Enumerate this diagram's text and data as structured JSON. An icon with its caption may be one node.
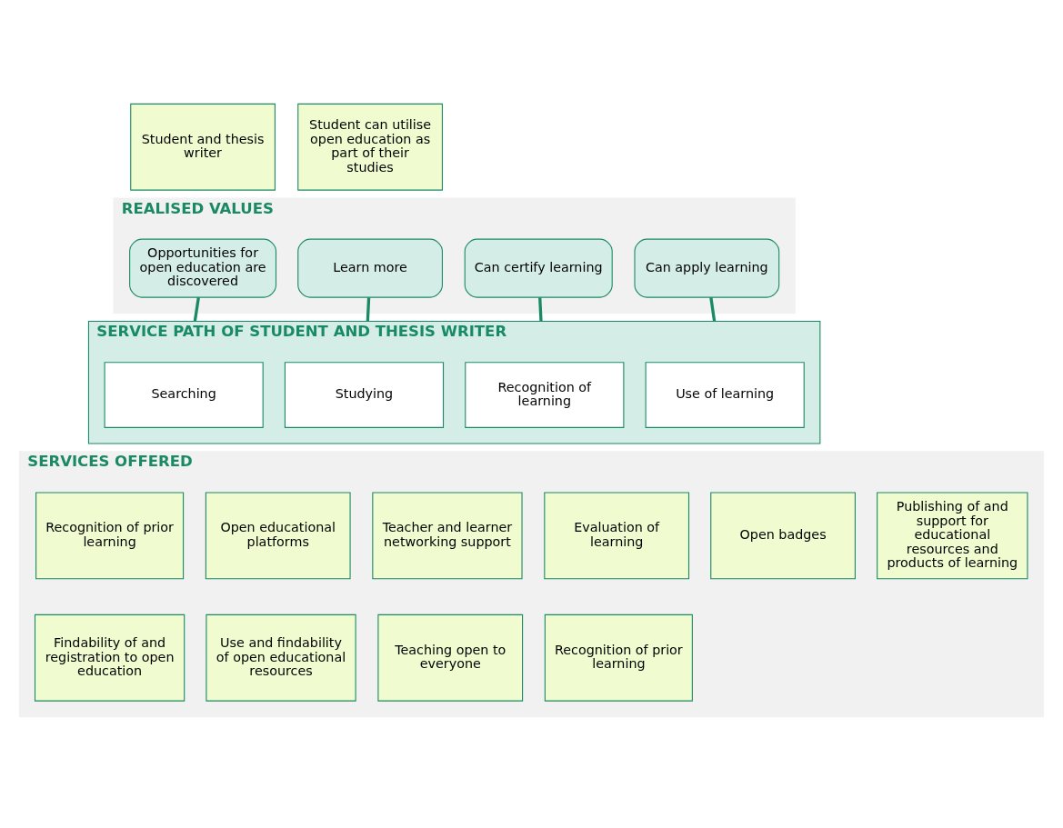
{
  "diagram": {
    "nodes": [
      {
        "text": [
          "Student and thesis writer"
        ]
      },
      {
        "text": [
          "Student can utilise open education as part of their studies"
        ]
      },
      {
        "text": [
          "REALISED VALUES"
        ]
      },
      {
        "text": [
          "Opportunities for open education are discovered"
        ],
        "in": 2
      },
      {
        "text": [
          "Learn more"
        ],
        "in": 2
      },
      {
        "text": [
          "Can certify learning"
        ],
        "in": 2
      },
      {
        "text": [
          "Can apply learning"
        ],
        "in": 2
      },
      {
        "text": [
          "SERVICE PATH OF STUDENT AND THESIS WRITER"
        ]
      },
      {
        "text": [
          "Searching"
        ],
        "in": 7
      },
      {
        "text": [
          "Studying"
        ],
        "in": 7
      },
      {
        "text": [
          "Recognition of learning"
        ],
        "in": 7
      },
      {
        "text": [
          "Use of learning"
        ],
        "in": 7
      },
      {
        "text": [
          "SERVICES OFFERED"
        ]
      },
      {
        "text": [
          "Recognition of prior learning"
        ],
        "in": 12
      },
      {
        "text": [
          "Open educational platforms"
        ],
        "in": 12
      },
      {
        "text": [
          "Teacher and learner networking support"
        ],
        "in": 12
      },
      {
        "text": [
          "Evaluation of learning"
        ],
        "in": 12
      },
      {
        "text": [
          "Open badges"
        ],
        "in": 12
      },
      {
        "text": [
          "Publishing of and support for educational resources and products of learning"
        ],
        "in": 12
      },
      {
        "text": [
          "Findability of and registration to open education"
        ],
        "in": 12
      },
      {
        "text": [
          "Use and findability of open educational resources"
        ],
        "in": 12
      },
      {
        "text": [
          "Teaching open to everyone"
        ],
        "in": 12
      },
      {
        "text": [
          "Recognition of prior learning"
        ],
        "in": 12
      }
    ],
    "edges": [
      {
        "from": 3,
        "to": 7,
        "arrow": "none"
      },
      {
        "from": 4,
        "to": 7,
        "arrow": "none"
      },
      {
        "from": 5,
        "to": 7,
        "arrow": "none"
      },
      {
        "from": 6,
        "to": 7,
        "arrow": "none"
      }
    ]
  }
}
